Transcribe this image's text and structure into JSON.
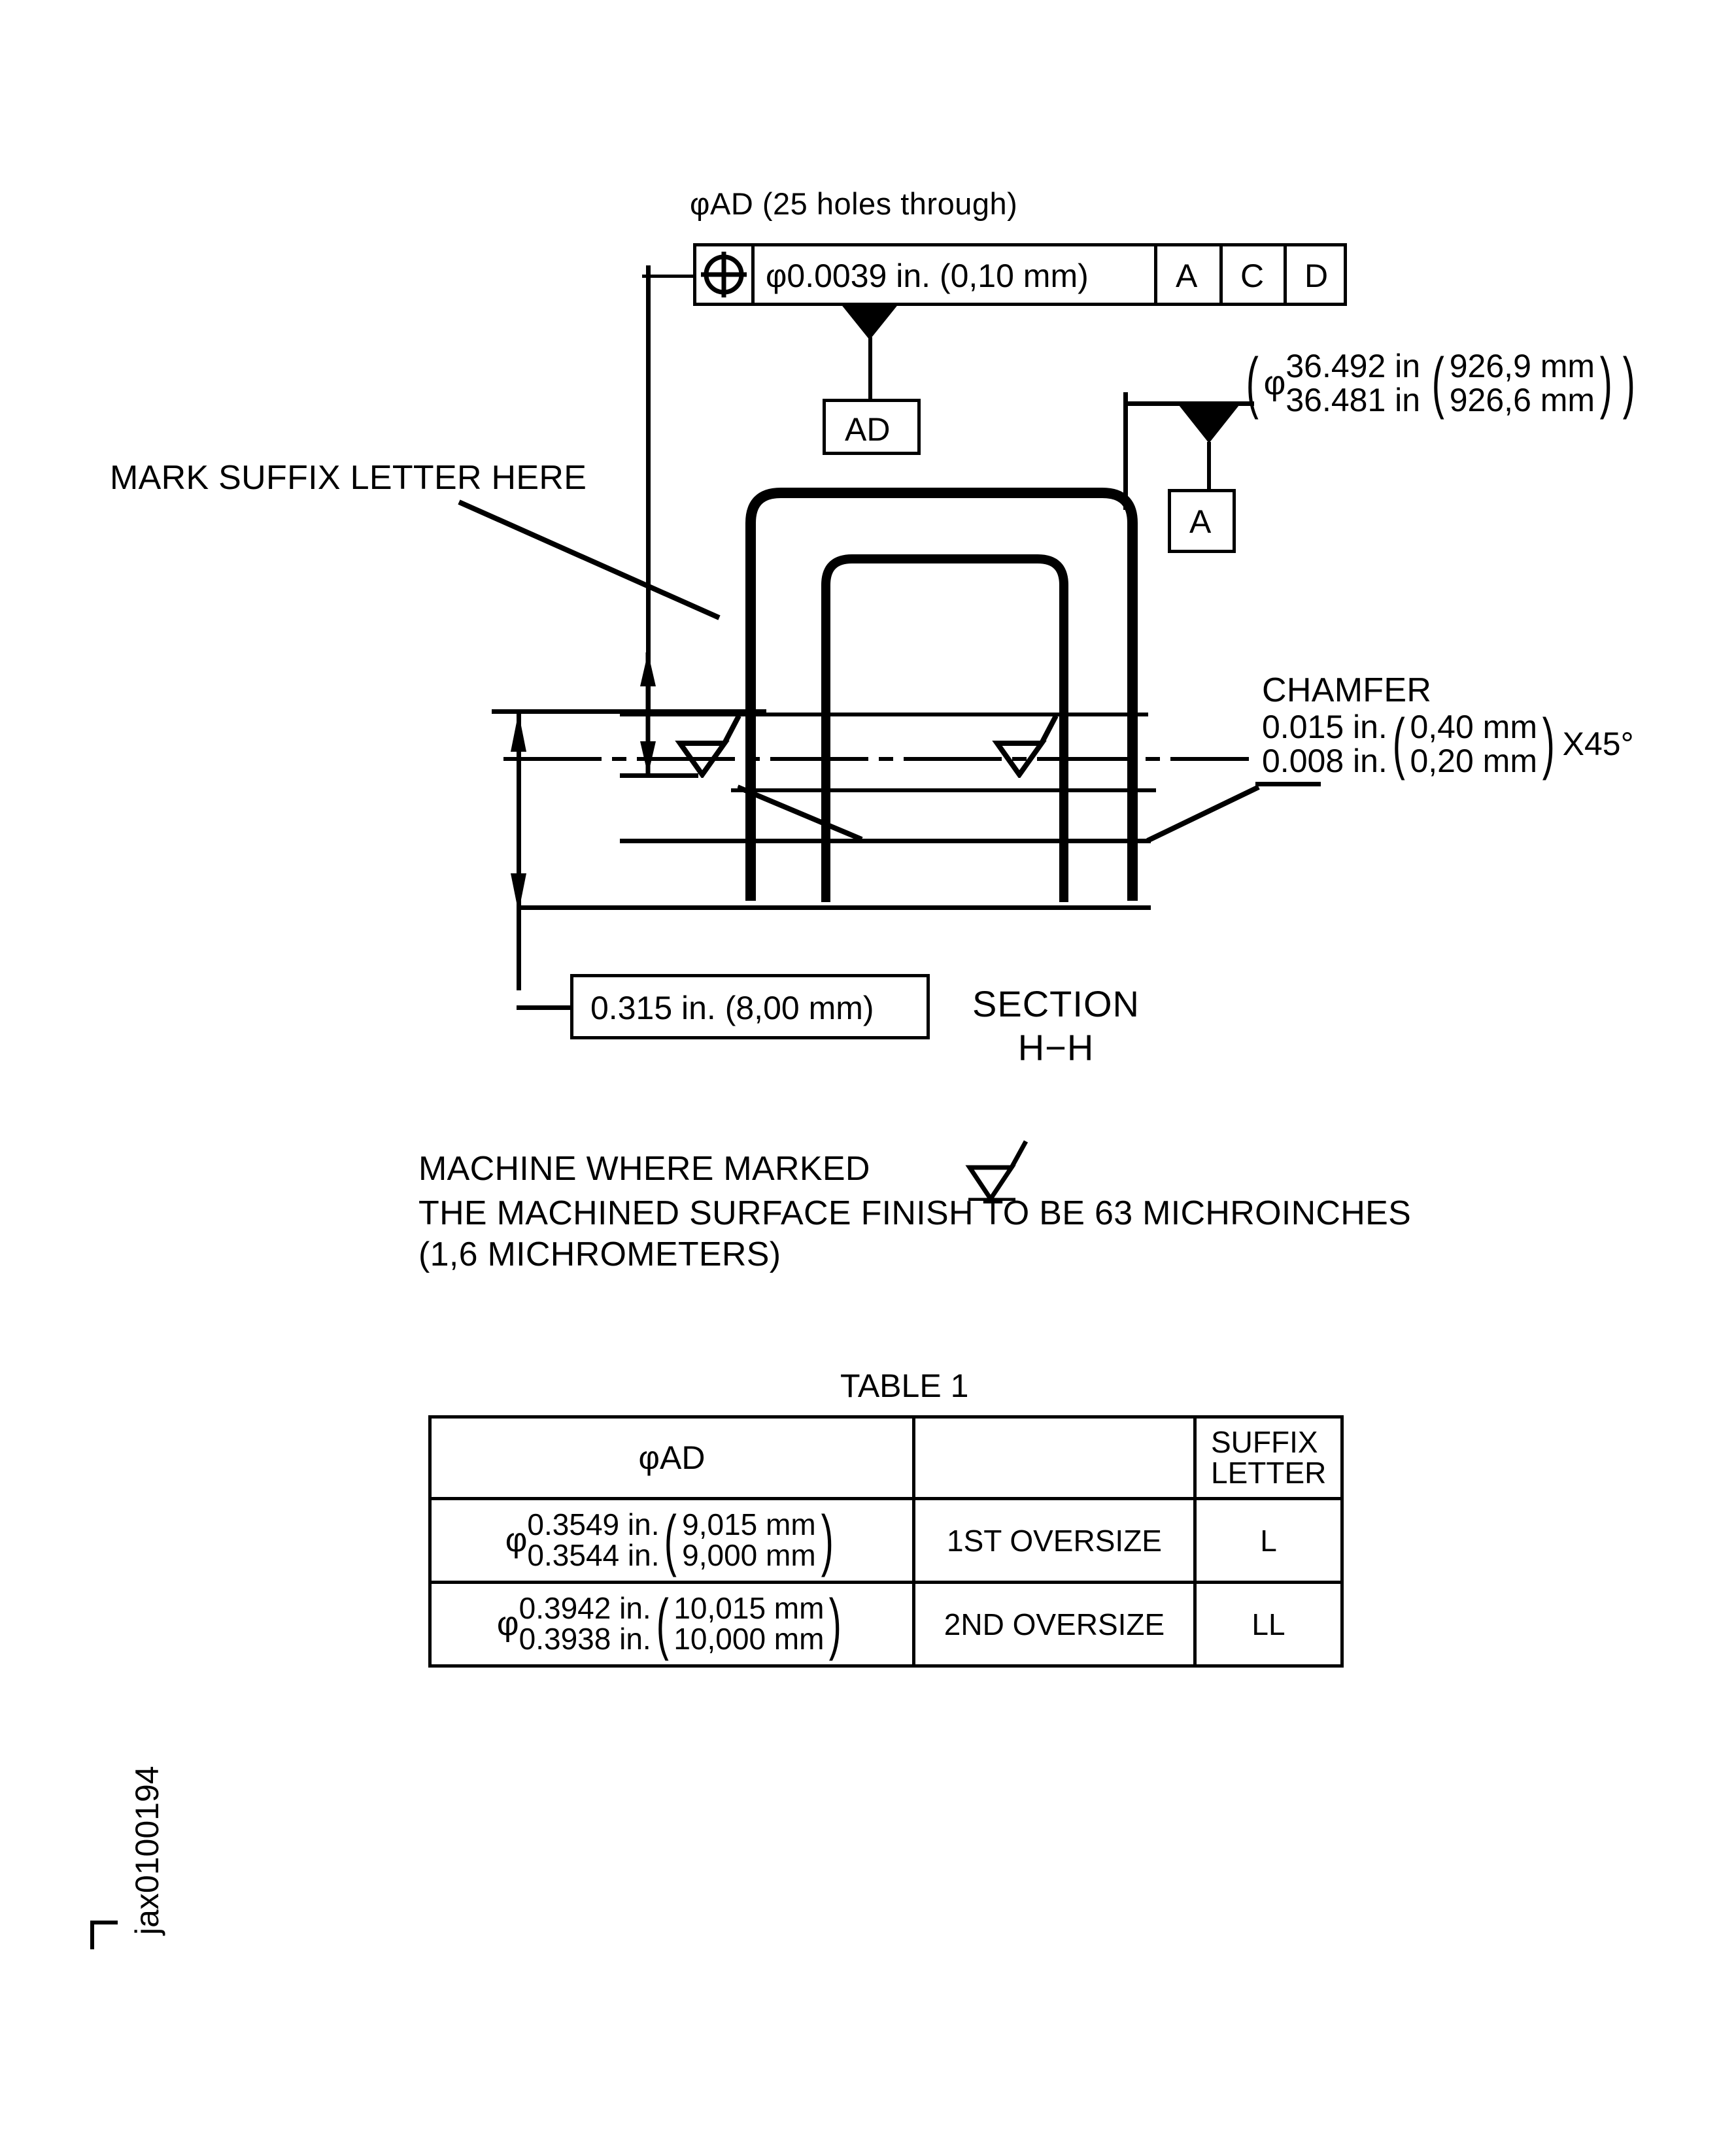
{
  "figure": {
    "id_label": "jax0100194",
    "section_title": "SECTION",
    "section_subtitle": "H−H"
  },
  "callouts": {
    "hole_note": "φAD (25 holes through)",
    "mark_suffix_note": "MARK SUFFIX LETTER HERE",
    "datum_ad_label": "AD",
    "datum_a_label": "A",
    "thickness_dim": "0.315 in. (8,00 mm)"
  },
  "feature_control_frame": {
    "symbol_name": "position-tolerance-icon",
    "tolerance": "φ0.0039 in. (0,10 mm)",
    "datums": [
      "A",
      "C",
      "D"
    ]
  },
  "outer_diameter": {
    "phi": "φ",
    "in_upper": "36.492 in",
    "in_lower": "36.481 in",
    "mm_upper": "926,9 mm",
    "mm_lower": "926,6 mm"
  },
  "chamfer": {
    "title": "CHAMFER",
    "in_upper": "0.015 in.",
    "in_lower": "0.008 in.",
    "mm_upper": "0,40 mm",
    "mm_lower": "0,20 mm",
    "angle": "X45°"
  },
  "machine_note": {
    "line1": "MACHINE WHERE MARKED",
    "line2": "THE MACHINED SURFACE FINISH TO BE 63 MICHROINCHES",
    "line3": "(1,6 MICHROMETERS)"
  },
  "table": {
    "title": "TABLE 1",
    "headers": [
      "φAD",
      "",
      "SUFFIX\nLETTER"
    ],
    "header_suffix_line1": "SUFFIX",
    "header_suffix_line2": "LETTER",
    "rows": [
      {
        "phi": "φ",
        "in_upper": "0.3549 in.",
        "in_lower": "0.3544 in.",
        "mm_upper": "9,015 mm",
        "mm_lower": "9,000 mm",
        "description": "1ST OVERSIZE",
        "suffix": "L"
      },
      {
        "phi": "φ",
        "in_upper": "0.3942 in.",
        "in_lower": "0.3938 in.",
        "mm_upper": "10,015 mm",
        "mm_lower": "10,000 mm",
        "description": "2ND OVERSIZE",
        "suffix": "LL"
      }
    ]
  },
  "colors": {
    "ink": "#000000",
    "paper": "#ffffff"
  }
}
